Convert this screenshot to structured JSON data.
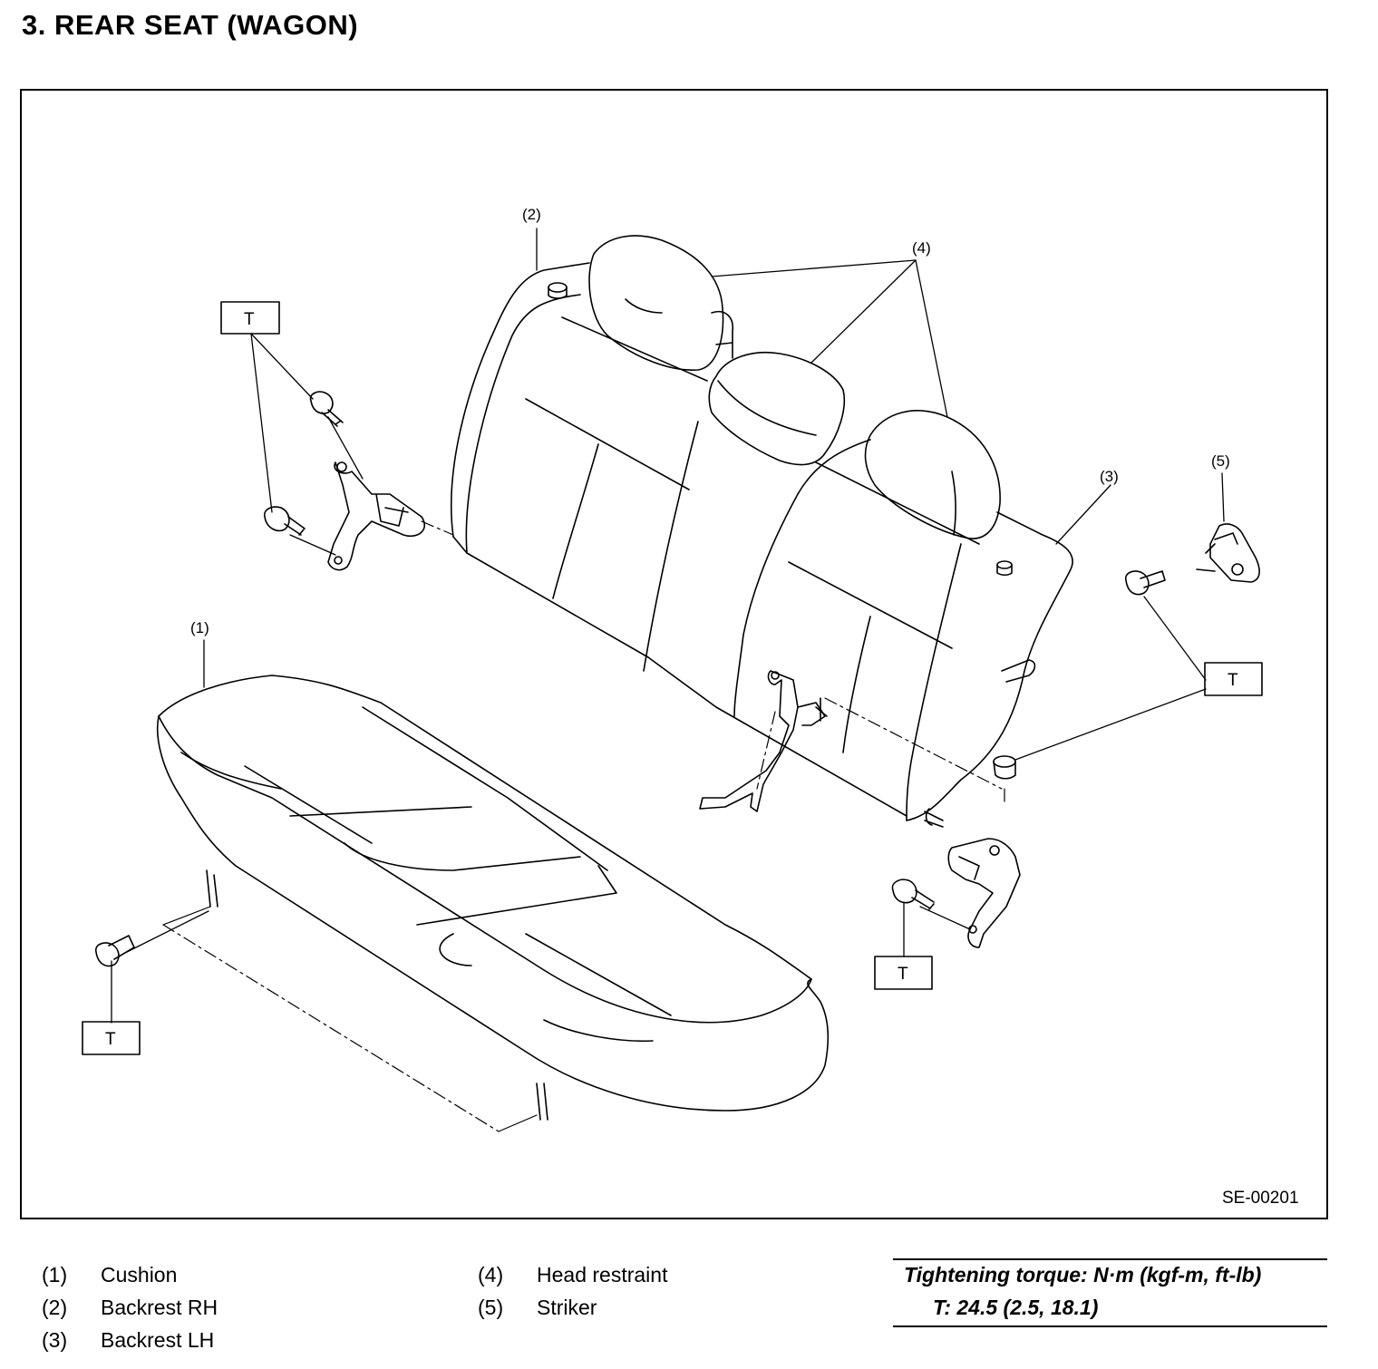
{
  "title": "3.  REAR SEAT (WAGON)",
  "figure_code": "SE-00201",
  "callouts": {
    "c1": "(1)",
    "c2": "(2)",
    "c3": "(3)",
    "c4": "(4)",
    "c5": "(5)"
  },
  "torque_tag": "T",
  "legend": [
    {
      "num": "(1)",
      "label": "Cushion"
    },
    {
      "num": "(2)",
      "label": "Backrest RH"
    },
    {
      "num": "(3)",
      "label": "Backrest LH"
    },
    {
      "num": "(4)",
      "label": "Head restraint"
    },
    {
      "num": "(5)",
      "label": "Striker"
    }
  ],
  "torque": {
    "heading": "Tightening torque: N·m (kgf-m, ft-lb)",
    "value": "T:   24.5 (2.5, 18.1)"
  }
}
